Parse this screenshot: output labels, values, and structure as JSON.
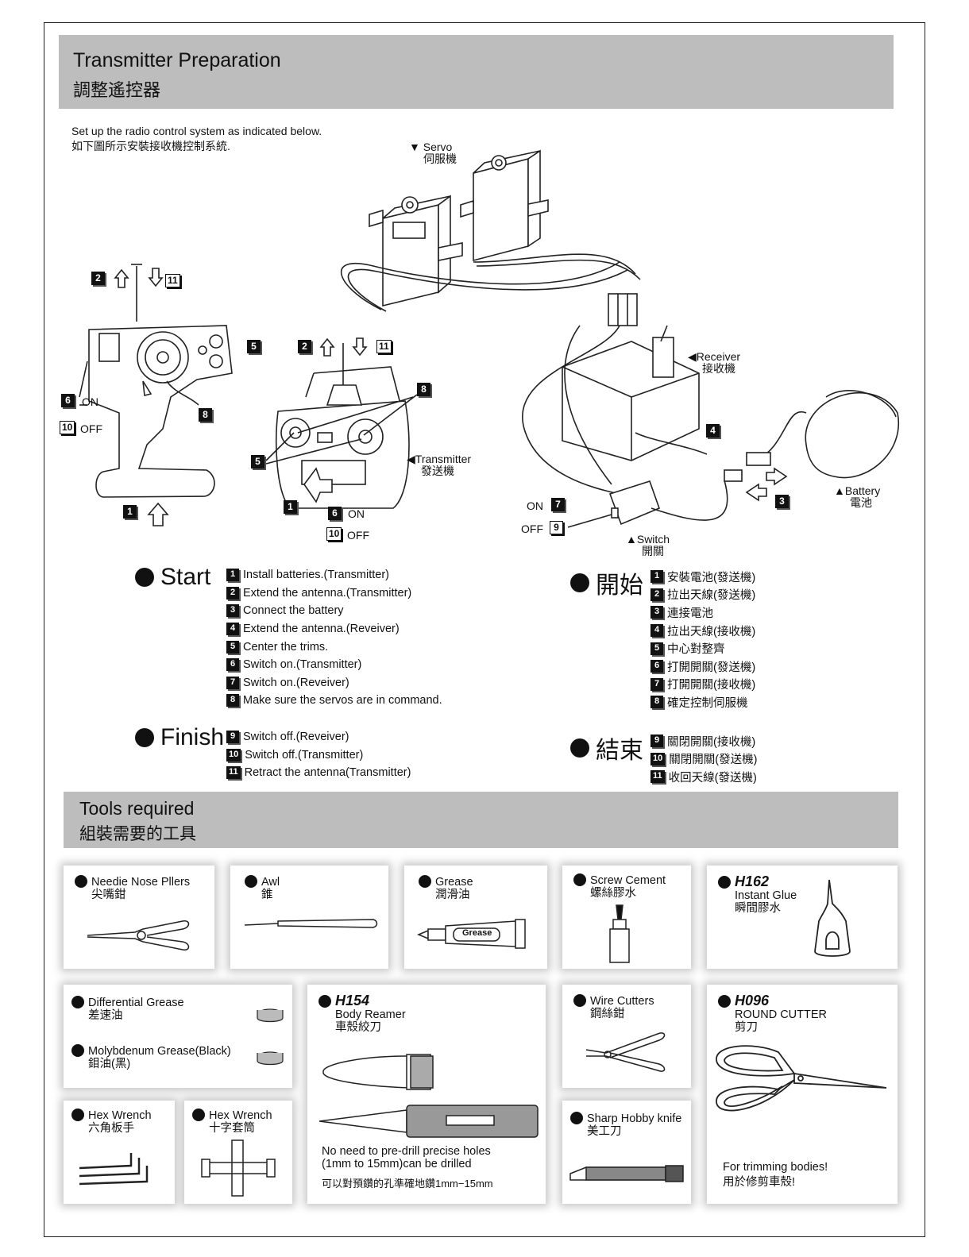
{
  "prep": {
    "title_en": "Transmitter Preparation",
    "title_zh": "調整遙控器",
    "intro_en": "Set up the radio control system as indicated below.",
    "intro_zh": "如下圖所示安裝接收機控制系統."
  },
  "diagram": {
    "servo_en": "Servo",
    "servo_zh": "伺服機",
    "receiver_en": "Receiver",
    "receiver_zh": "接收機",
    "transmitter_en": "Transmitter",
    "transmitter_zh": "發送機",
    "battery_en": "Battery",
    "battery_zh": "電池",
    "switch_en": "Switch",
    "switch_zh": "開關",
    "on": "ON",
    "off": "OFF",
    "n1": "1",
    "n2": "2",
    "n3": "3",
    "n4": "4",
    "n5": "5",
    "n6": "6",
    "n7": "7",
    "n8": "8",
    "n9": "9",
    "n10": "10",
    "n11": "11"
  },
  "start": {
    "title_en": "Start",
    "title_zh": "開始",
    "steps_en": [
      {
        "n": "1",
        "text": "Install batteries.(Transmitter)"
      },
      {
        "n": "2",
        "text": "Extend the antenna.(Transmitter)"
      },
      {
        "n": "3",
        "text": "Connect the battery"
      },
      {
        "n": "4",
        "text": "Extend the antenna.(Reveiver)"
      },
      {
        "n": "5",
        "text": "Center the trims."
      },
      {
        "n": "6",
        "text": "Switch on.(Transmitter)"
      },
      {
        "n": "7",
        "text": "Switch on.(Reveiver)"
      },
      {
        "n": "8",
        "text": "Make sure the servos are in command."
      }
    ],
    "steps_zh": [
      {
        "n": "1",
        "text": "安裝電池(發送機)"
      },
      {
        "n": "2",
        "text": "拉出天線(發送機)"
      },
      {
        "n": "3",
        "text": "連接電池"
      },
      {
        "n": "4",
        "text": "拉出天線(接收機)"
      },
      {
        "n": "5",
        "text": "中心對整齊"
      },
      {
        "n": "6",
        "text": "打開開關(發送機)"
      },
      {
        "n": "7",
        "text": "打開開關(接收機)"
      },
      {
        "n": "8",
        "text": "確定控制伺服機"
      }
    ]
  },
  "finish": {
    "title_en": "Finish",
    "title_zh": "結束",
    "steps_en": [
      {
        "n": "9",
        "text": "Switch off.(Reveiver)"
      },
      {
        "n": "10",
        "text": "Switch off.(Transmitter)"
      },
      {
        "n": "11",
        "text": "Retract the antenna(Transmitter)"
      }
    ],
    "steps_zh": [
      {
        "n": "9",
        "text": "關閉開關(接收機)"
      },
      {
        "n": "10",
        "text": "關閉開關(發送機)"
      },
      {
        "n": "11",
        "text": "收回天線(發送機)"
      }
    ]
  },
  "tools": {
    "title_en": "Tools required",
    "title_zh": "組裝需要的工具",
    "pliers": {
      "en": "Needie Nose Pllers",
      "zh": "尖嘴鉗"
    },
    "awl": {
      "en": "Awl",
      "zh": "錐"
    },
    "grease": {
      "en": "Grease",
      "zh": "潤滑油",
      "tube_label": "Grease"
    },
    "screw_cement": {
      "en": "Screw Cement",
      "zh": "螺絲膠水"
    },
    "glue": {
      "code": "H162",
      "en": "Instant Glue",
      "zh": "瞬間膠水"
    },
    "diff_grease": {
      "en": "Differential Grease",
      "zh": "差速油"
    },
    "moly_grease": {
      "en": "Molybdenum Grease(Black)",
      "zh": "鉬油(黑)"
    },
    "reamer": {
      "code": "H154",
      "en": "Body Reamer",
      "zh": "車殼絞刀",
      "note1": "No need to pre-drill precise holes",
      "note2": "(1mm to 15mm)can be drilled",
      "note_zh": "可以對預鑽的孔準確地鑽1mm−15mm"
    },
    "wire_cutters": {
      "en": "Wire Cutters",
      "zh": "鋼絲鉗"
    },
    "cutter": {
      "code": "H096",
      "en": "ROUND CUTTER",
      "zh": "剪刀",
      "note_en": "For trimming bodies!",
      "note_zh": "用於修剪車殼!"
    },
    "hex1": {
      "en": "Hex Wrench",
      "zh": "六角板手"
    },
    "hex2": {
      "en": "Hex Wrench",
      "zh": "十字套筒"
    },
    "knife": {
      "en": "Sharp Hobby knife",
      "zh": "美工刀"
    }
  }
}
